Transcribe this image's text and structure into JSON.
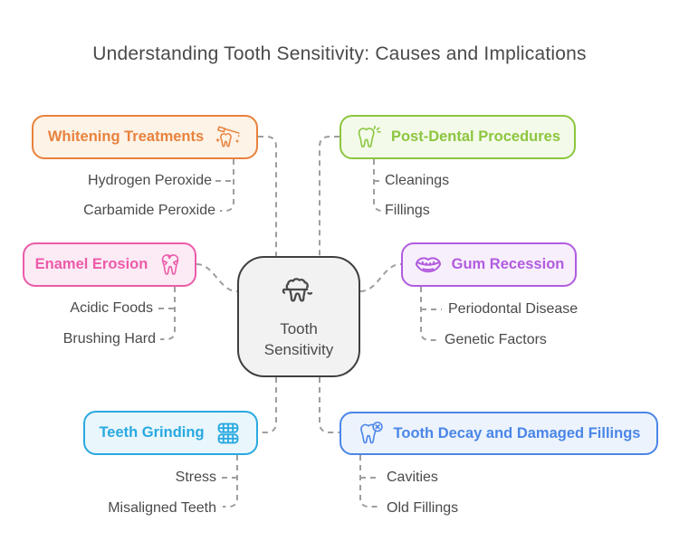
{
  "title": "Understanding Tooth Sensitivity: Causes and Implications",
  "center": {
    "line1": "Tooth",
    "line2": "Sensitivity",
    "icon": "sensitive-tooth-icon",
    "border": "#3f3f3f",
    "bg": "#f2f2f2",
    "text": "#4a4a4a"
  },
  "colors": {
    "connector": "#9e9e9e",
    "child_text": "#4a4a4a",
    "title_text": "#4a4a4a"
  },
  "branches": [
    {
      "id": "whitening-treatments",
      "label": "Whitening Treatments",
      "icon": "tooth-whitening-icon",
      "icon_side": "right",
      "accent": "#e8823d",
      "bg": "#fdf3e7",
      "children": [
        "Hydrogen Peroxide",
        "Carbamide Peroxide"
      ]
    },
    {
      "id": "post-dental-procedures",
      "label": "Post-Dental Procedures",
      "icon": "tooth-sparkle-icon",
      "icon_side": "left",
      "accent": "#8cc640",
      "bg": "#f4fae9",
      "children": [
        "Cleanings",
        "Fillings"
      ]
    },
    {
      "id": "enamel-erosion",
      "label": "Enamel Erosion",
      "icon": "tooth-erosion-icon",
      "icon_side": "right",
      "accent": "#ec5ba9",
      "bg": "#fceaf5",
      "children": [
        "Acidic Foods",
        "Brushing Hard"
      ]
    },
    {
      "id": "gum-recession",
      "label": "Gum Recession",
      "icon": "gums-icon",
      "icon_side": "left",
      "accent": "#b15cdf",
      "bg": "#f8effc",
      "children": [
        "Periodontal Disease",
        "Genetic Factors"
      ]
    },
    {
      "id": "teeth-grinding",
      "label": "Teeth Grinding",
      "icon": "teeth-grinding-icon",
      "icon_side": "right",
      "accent": "#29a9e0",
      "bg": "#e9f6fc",
      "children": [
        "Stress",
        "Misaligned Teeth"
      ]
    },
    {
      "id": "tooth-decay-and-damaged-fillings",
      "label": "Tooth Decay and Damaged Fillings",
      "icon": "tooth-decay-icon",
      "icon_side": "left",
      "accent": "#4a86e8",
      "bg": "#edf3fc",
      "children": [
        "Cavities",
        "Old Fillings"
      ]
    }
  ]
}
